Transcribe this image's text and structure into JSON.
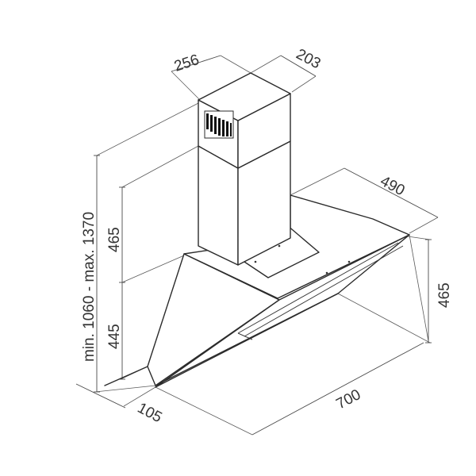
{
  "dimensions": {
    "width_chimney": "256",
    "depth_chimney": "203",
    "depth_canopy": "490",
    "height_canopy_right": "465",
    "height_total": "min. 1060 - max. 1370",
    "height_chimney": "465",
    "height_canopy_left": "445",
    "depth_bottom": "105",
    "width_bottom": "700"
  },
  "colors": {
    "line": "#2b2b2b",
    "text": "#333333",
    "background": "#ffffff"
  }
}
